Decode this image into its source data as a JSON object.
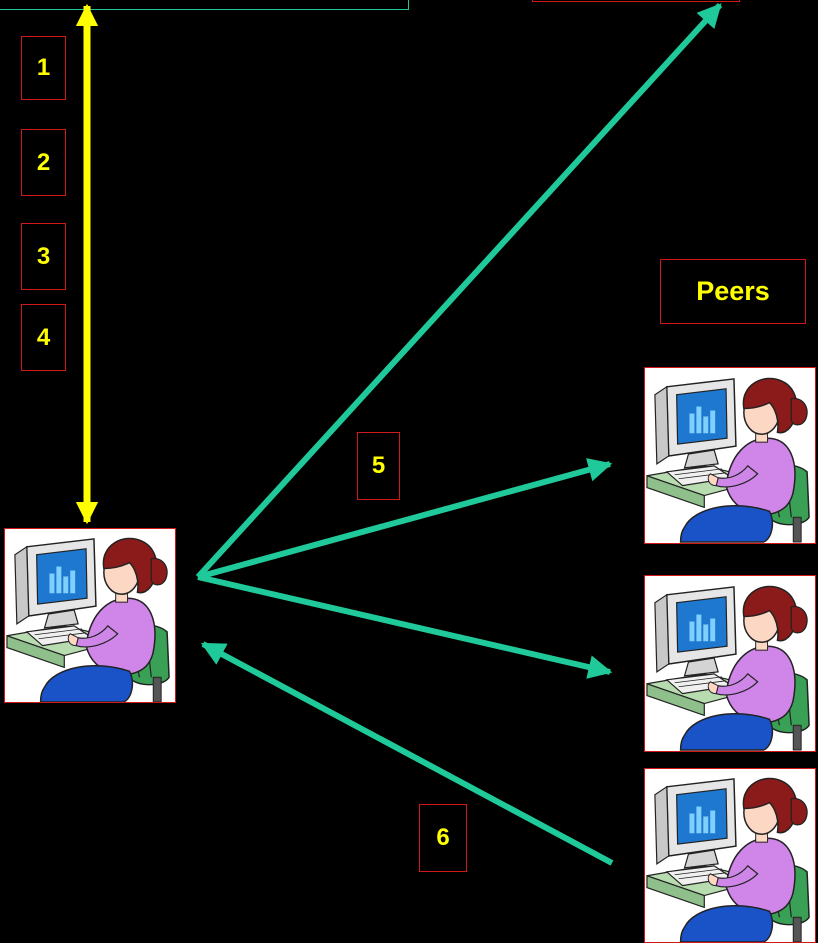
{
  "colors": {
    "background": "#000000",
    "request_arrow": "#ffff00",
    "peer_arrow": "#1fc99a",
    "box_border": "#d01818",
    "label_text": "#ffff00",
    "top_left_box_border": "#1fc99a"
  },
  "steps": {
    "s1": "1",
    "s2": "2",
    "s3": "3",
    "s4": "4",
    "s5": "5",
    "s6": "6"
  },
  "peers": {
    "label": "Peers"
  },
  "icons": {
    "user_computer": "person-at-computer-icon"
  }
}
